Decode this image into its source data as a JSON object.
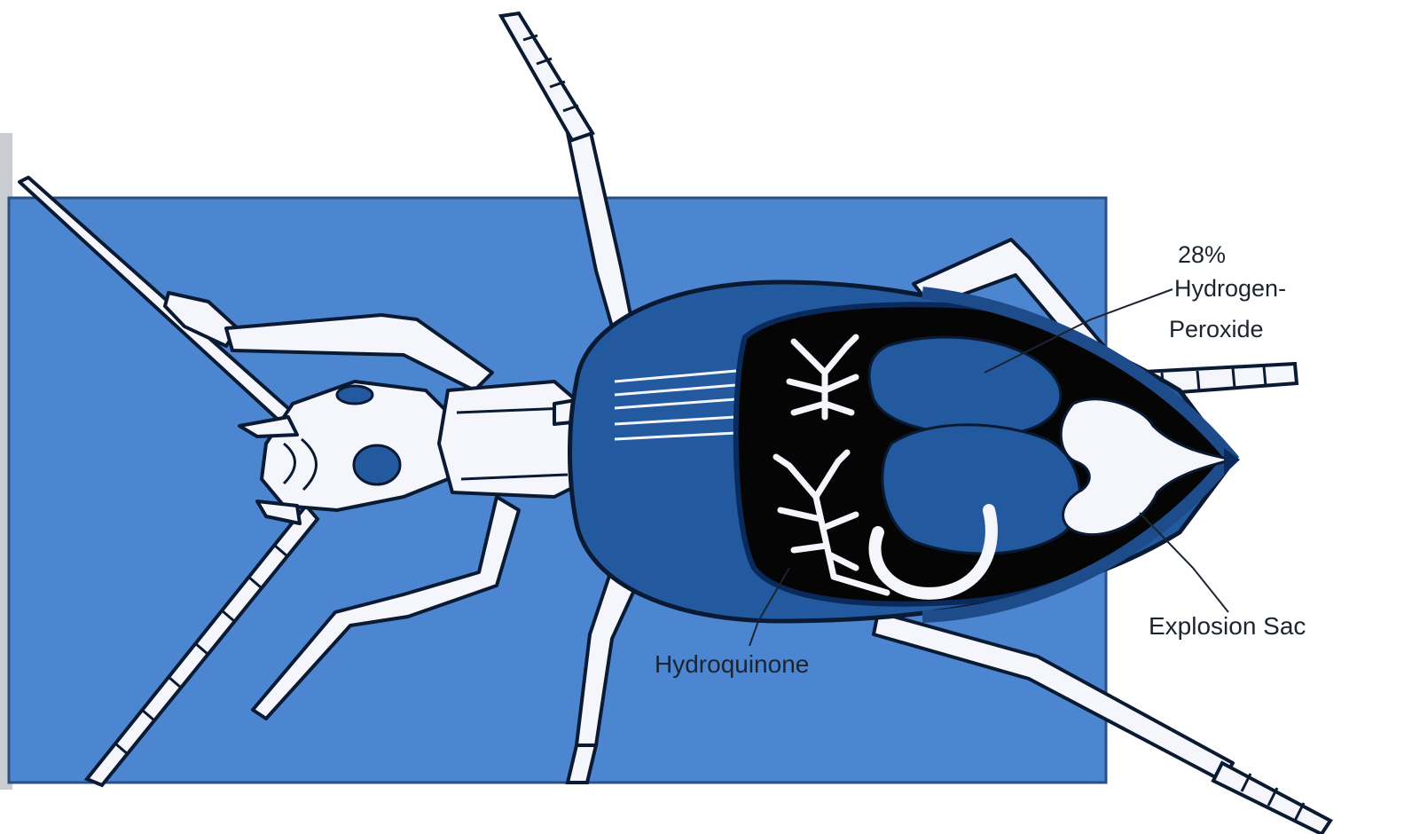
{
  "colors": {
    "background": "#ffffff",
    "panel": "#4d86d0",
    "panel_edge": "#2a4f86",
    "body": "#23599f",
    "body_dark": "#0b2a5c",
    "cavity": "#050505",
    "white_parts": "#f4f6fb",
    "outline": "#0b1a33",
    "label_text": "#1c2430"
  },
  "labels": {
    "peroxide_percent": "28%",
    "peroxide_line1": "Hydrogen-",
    "peroxide_line2": "Peroxide",
    "hydroquinone": "Hydroquinone",
    "explosion_sac": "Explosion Sac"
  },
  "icons": {
    "beetle": "beetle-illustration-icon",
    "gland": "branching-gland-icon"
  }
}
